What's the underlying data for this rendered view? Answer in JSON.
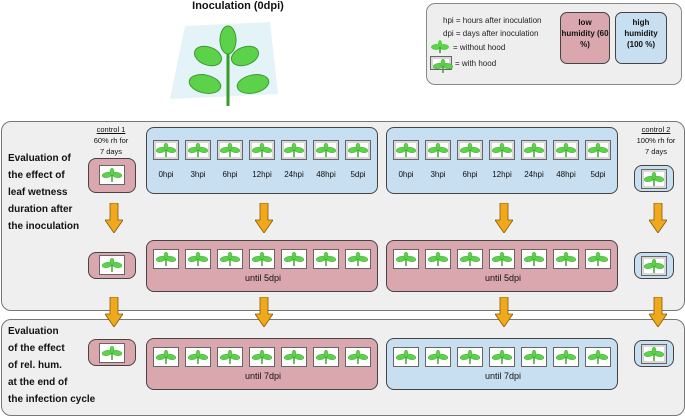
{
  "title": "Inoculation (0dpi)",
  "legend": {
    "hpi": "hpi = hours after inoculation",
    "dpi": "dpi = days after inoculation",
    "without_hood": "= without hood",
    "with_hood": "= with hood",
    "low": "low humidity (60 %)",
    "high": "high humidity (100 %)"
  },
  "colors": {
    "low_humidity": "#dba7ae",
    "high_humidity": "#c7dff1",
    "arrow": "#f0a81c",
    "leaf": "#5cd24a"
  },
  "section1": {
    "label_lines": [
      "Evaluation of",
      "the effect of",
      "leaf wetness",
      "duration after",
      "the inoculation"
    ]
  },
  "section2": {
    "label_lines": [
      "Evaluation",
      "of the effect",
      "of rel. hum.",
      "at the end of",
      "the infection cycle"
    ]
  },
  "control1": {
    "title": "control 1",
    "desc_lines": [
      "60% rh for",
      "7 days"
    ]
  },
  "control2": {
    "title": "control 2",
    "desc_lines": [
      "100% rh for",
      "7 days"
    ]
  },
  "timepoints": [
    "0hpi",
    "3hpi",
    "6hpi",
    "12hpi",
    "24hpi",
    "48hpi",
    "5dpi"
  ],
  "until_5": "until 5dpi",
  "until_7": "until 7dpi"
}
